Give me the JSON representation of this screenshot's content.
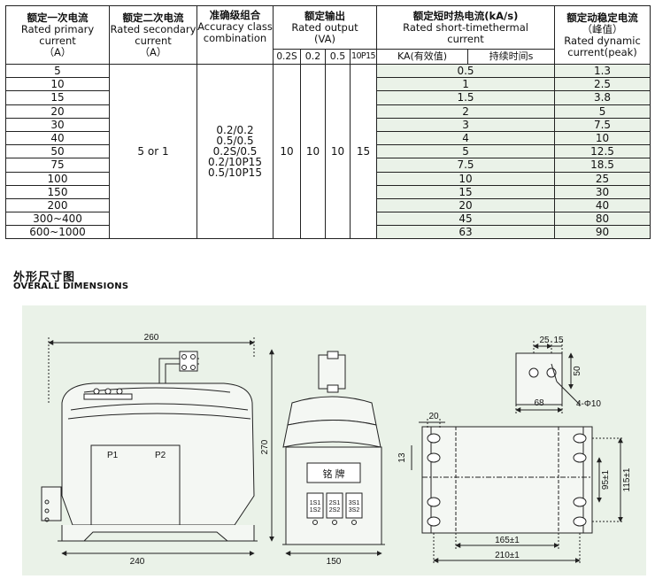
{
  "table": {
    "headers": {
      "primary": {
        "zh": "额定一次电流",
        "en1": "Rated primary",
        "en2": "current",
        "unit": "（A）"
      },
      "secondary": {
        "zh": "额定二次电流",
        "en1": "Rated secondary",
        "en2": "current",
        "unit": "（A）"
      },
      "accuracy": {
        "zh": "准确级组合",
        "en1": "Accuracy class",
        "en2": "combination"
      },
      "output": {
        "zh": "额定输出",
        "en1": "Rated output",
        "en2": "(VA)",
        "sub": [
          "0.2S",
          "0.2",
          "0.5",
          "10P15"
        ]
      },
      "thermal": {
        "zh": "额定短时热电流(kA/s)",
        "en1": "Rated short-timethermal",
        "en2": "current",
        "sub_a": "KA(有效值)",
        "sub_b": "持续时间s"
      },
      "dynamic": {
        "zh": "额定动稳定电流",
        "zh2": "（峰值）",
        "en1": "Rated dynamic",
        "en2": "current(peak)"
      }
    },
    "primary_values": [
      "5",
      "10",
      "15",
      "20",
      "30",
      "40",
      "50",
      "75",
      "100",
      "150",
      "200",
      "300~400",
      "600~1000"
    ],
    "secondary_value": "5 or 1",
    "accuracy_values": [
      "0.2/0.2",
      "0.5/0.5",
      "0.2S/0.5",
      "0.2/10P15",
      "0.5/10P15"
    ],
    "output_values": [
      "10",
      "10",
      "10",
      "15"
    ],
    "thermal_values": [
      "0.5",
      "1",
      "1.5",
      "2",
      "3",
      "4",
      "5",
      "7.5",
      "10",
      "15",
      "20",
      "45",
      "63"
    ],
    "dynamic_values": [
      "1.3",
      "2.5",
      "3.8",
      "5",
      "7.5",
      "10",
      "12.5",
      "18.5",
      "25",
      "30",
      "40",
      "80",
      "90"
    ]
  },
  "section": {
    "title_zh": "外形尺寸图",
    "title_en": "OVERALL DIMENSIONS"
  },
  "drawing": {
    "front": {
      "dim_top": "260",
      "dim_bottom": "240",
      "dim_height": "270",
      "p1": "P1",
      "p2": "P2"
    },
    "side": {
      "dim_bottom": "150",
      "nameplate": "铭  牌",
      "terminals": [
        "1S1",
        "1S2",
        "2S1",
        "2S2",
        "3S1",
        "3S2"
      ]
    },
    "detail": {
      "dim_a": "25",
      "dim_b": "15",
      "dim_h": "50",
      "dim_w": "68",
      "hole": "4-Φ10"
    },
    "base": {
      "dim_20": "20",
      "dim_13": "13",
      "dim_95": "95±1",
      "dim_115": "115±1",
      "dim_165": "165±1",
      "dim_210": "210±1"
    }
  }
}
